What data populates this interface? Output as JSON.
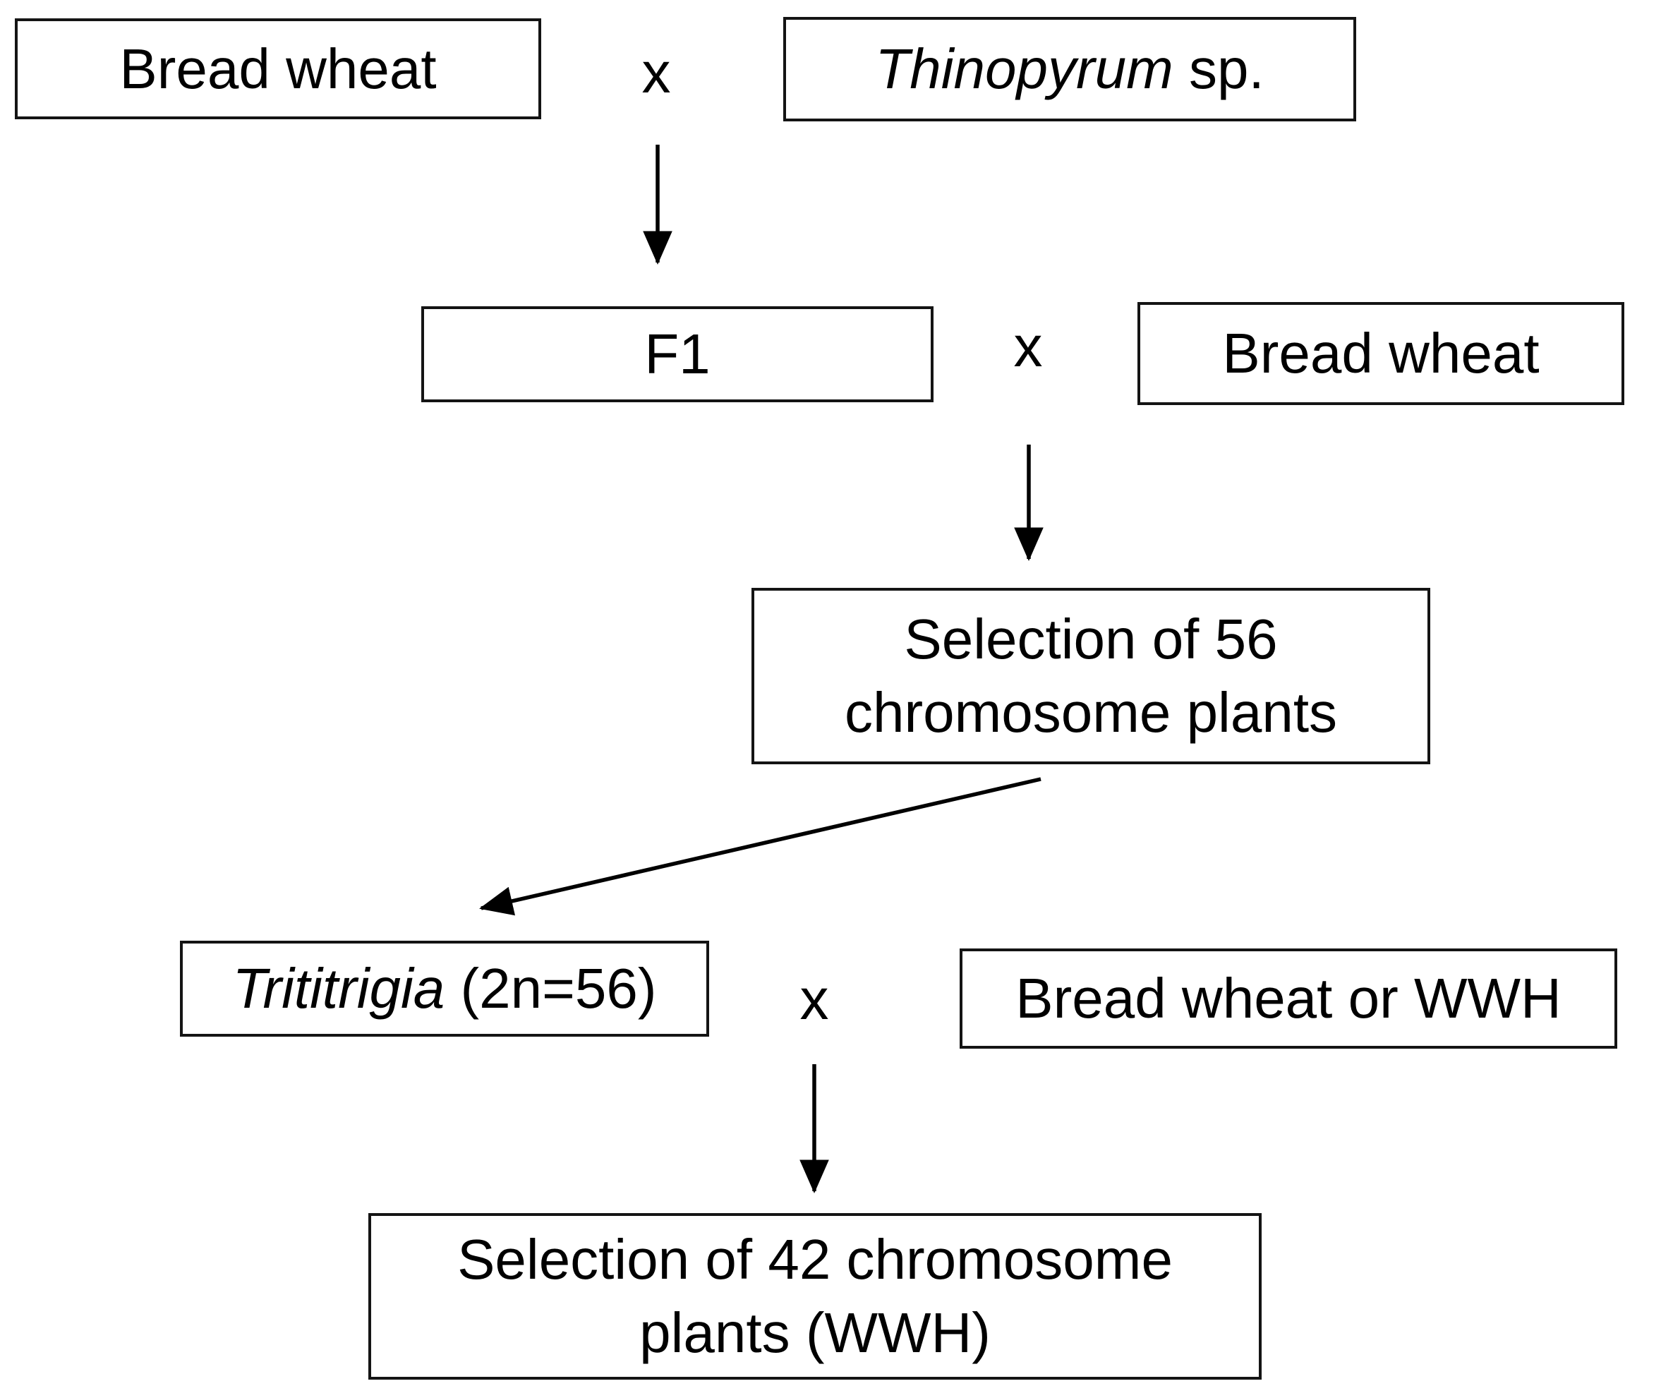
{
  "diagram": {
    "background_color": "#ffffff",
    "line_color": "#000000",
    "border_color": "#141414",
    "nodes": {
      "bread_wheat_1": {
        "label": "Bread wheat"
      },
      "thinopyrum": {
        "label_italic": "Thinopyrum",
        "label_rest": " sp."
      },
      "f1": {
        "label": "F1"
      },
      "bread_wheat_2": {
        "label": "Bread wheat"
      },
      "selection_56": {
        "line1": "Selection of 56",
        "line2": "chromosome plants"
      },
      "trititrigia": {
        "label_italic": "Trititrigia",
        "label_rest": " (2n=56)"
      },
      "bread_wheat_or_wwh": {
        "label": "Bread wheat or WWH"
      },
      "selection_42": {
        "line1": "Selection of 42 chromosome",
        "line2": "plants (WWH)"
      }
    },
    "cross_symbols": {
      "cross1": "x",
      "cross2": "x",
      "cross3": "x"
    }
  }
}
